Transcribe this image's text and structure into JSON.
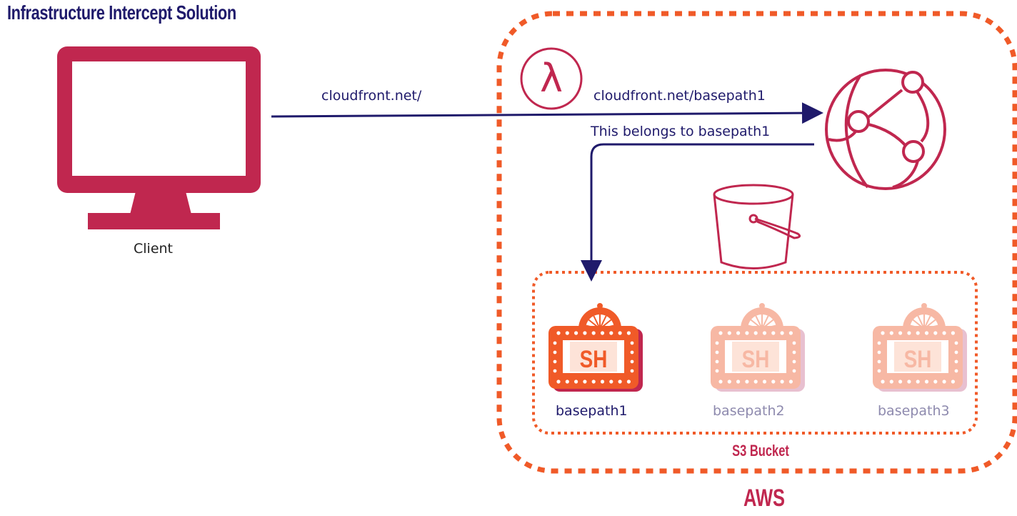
{
  "title": "Infrastructure Intercept Solution",
  "client": {
    "label": "Client",
    "icon": "monitor-icon"
  },
  "arrows": {
    "request_label": "cloudfront.net/",
    "rewritten_label": "cloudfront.net/basepath1",
    "route_label": "This belongs to basepath1"
  },
  "aws": {
    "label": "AWS"
  },
  "bucket": {
    "label": "S3 Bucket",
    "items": [
      {
        "label": "basepath1",
        "sign_text": "SH",
        "active": true
      },
      {
        "label": "basepath2",
        "sign_text": "SH",
        "active": false
      },
      {
        "label": "basepath3",
        "sign_text": "SH",
        "active": false
      }
    ]
  },
  "icons": {
    "lambda": "lambda-icon",
    "cloudfront": "cloudfront-icon",
    "bucket": "s3-bucket-icon",
    "site": "marquee-sign-icon"
  },
  "colors": {
    "title": "#1f1a6b",
    "arrow": "#1f1a6b",
    "aws_accent": "#c0274f",
    "border_dash": "#f05a28",
    "sign_active": "#f05a28",
    "sign_inactive": "#f7b8a4"
  }
}
